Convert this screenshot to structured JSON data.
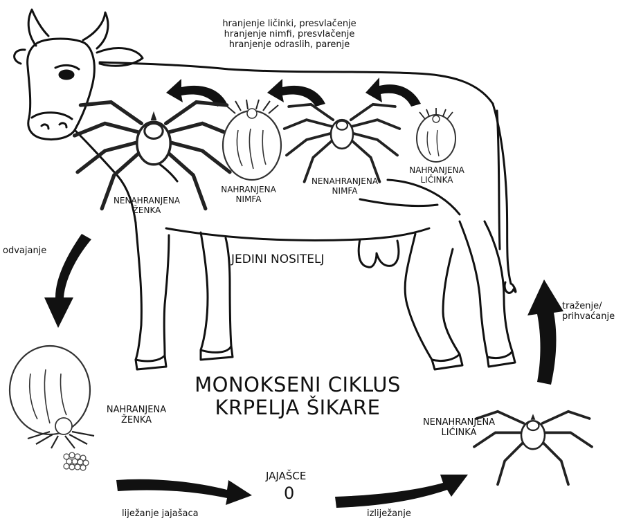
{
  "top_note": {
    "line1": "hranjenje ličinki, presvlačenje",
    "line2": "hranjenje nimfi, presvlačenje",
    "line3": "hranjenje odraslih, parenje"
  },
  "host": {
    "label": "JEDINI NOSITELJ"
  },
  "stages": {
    "unfed_female_top": {
      "line1": "NENAHRANJENA",
      "line2": "ŽENKA"
    },
    "fed_nymph": {
      "line1": "NAHRANJENA",
      "line2": "NIMFA"
    },
    "unfed_nymph": {
      "line1": "NENAHRANJENA",
      "line2": "NIMFA"
    },
    "fed_larva": {
      "line1": "NAHRANJENA",
      "line2": "LIČINKA"
    },
    "fed_female": {
      "line1": "NAHRANJENA",
      "line2": "ŽENKA"
    },
    "egg": {
      "label": "JAJAŠCE",
      "glyph": "0"
    },
    "unfed_larva": {
      "line1": "NENAHRANJENA",
      "line2": "LIĆINKA"
    }
  },
  "title": {
    "line1": "MONOKSENI CIKLUS",
    "line2": "KRPELJA ŠIKARE"
  },
  "transitions": {
    "drop_off": "odvajanje",
    "egg_laying": "liježanje jajašaca",
    "hatching": "izliježanje",
    "questing_line1": "traženje/",
    "questing_line2": "prihvaćanje"
  }
}
